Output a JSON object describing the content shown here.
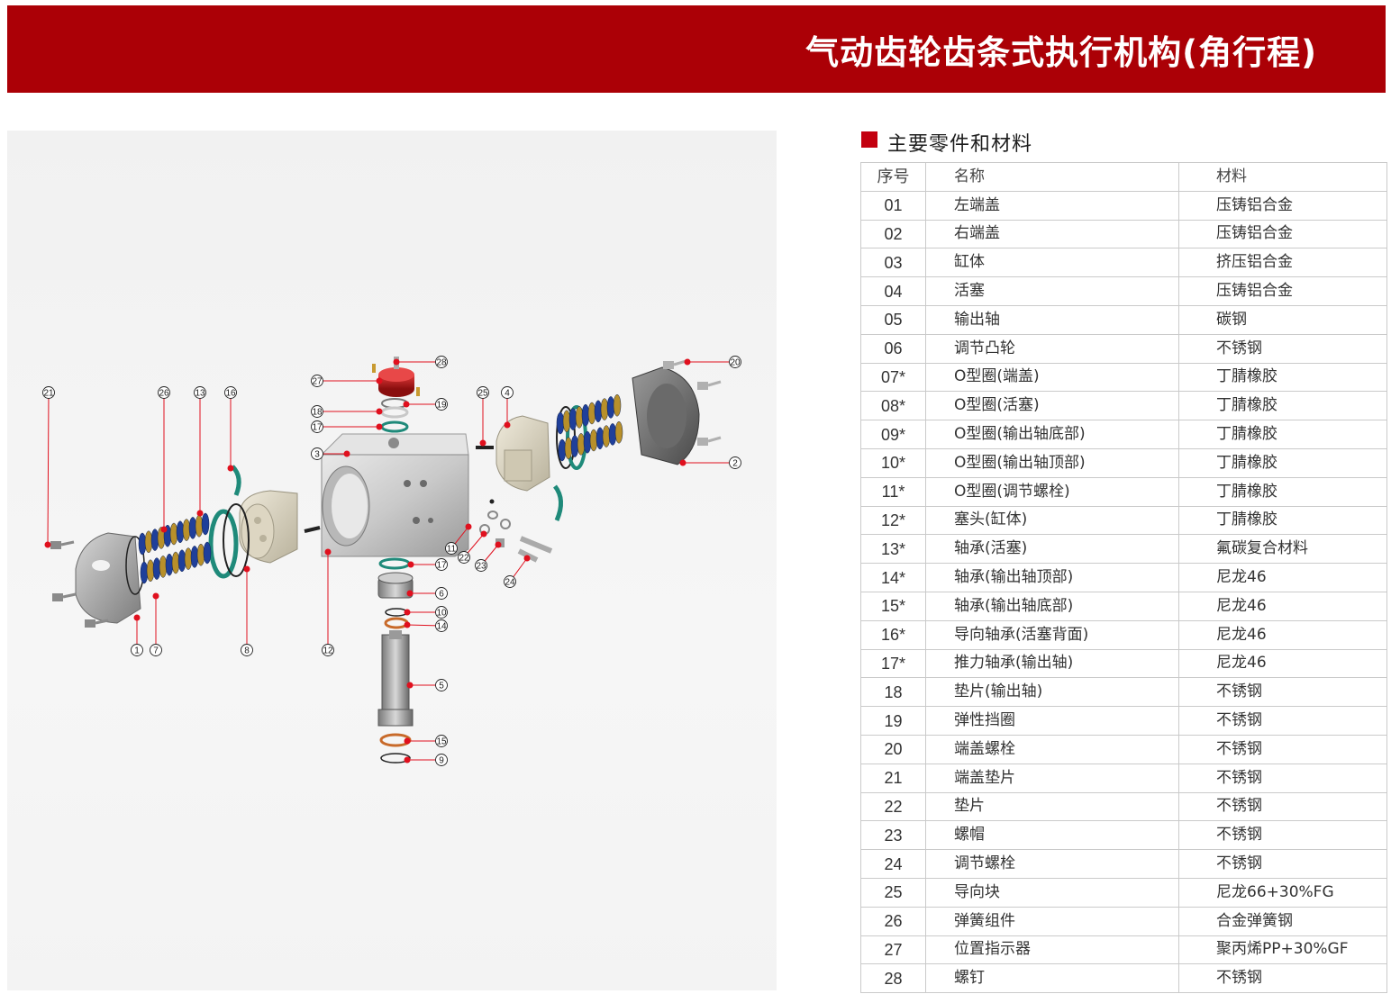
{
  "header": {
    "title": "气动齿轮齿条式执行机构(角行程)"
  },
  "section": {
    "title": "主要零件和材料"
  },
  "table": {
    "columns": [
      "序号",
      "名称",
      "材料"
    ],
    "rows": [
      [
        "01",
        "左端盖",
        "压铸铝合金"
      ],
      [
        "02",
        "右端盖",
        "压铸铝合金"
      ],
      [
        "03",
        "缸体",
        "挤压铝合金"
      ],
      [
        "04",
        "活塞",
        "压铸铝合金"
      ],
      [
        "05",
        "输出轴",
        "碳钢"
      ],
      [
        "06",
        "调节凸轮",
        "不锈钢"
      ],
      [
        "07*",
        "O型圈(端盖)",
        "丁腈橡胶"
      ],
      [
        "08*",
        "O型圈(活塞)",
        "丁腈橡胶"
      ],
      [
        "09*",
        "O型圈(输出轴底部)",
        "丁腈橡胶"
      ],
      [
        "10*",
        "O型圈(输出轴顶部)",
        "丁腈橡胶"
      ],
      [
        "11*",
        "O型圈(调节螺栓)",
        "丁腈橡胶"
      ],
      [
        "12*",
        "塞头(缸体)",
        "丁腈橡胶"
      ],
      [
        "13*",
        "轴承(活塞)",
        "氟碳复合材料"
      ],
      [
        "14*",
        "轴承(输出轴顶部)",
        "尼龙46"
      ],
      [
        "15*",
        "轴承(输出轴底部)",
        "尼龙46"
      ],
      [
        "16*",
        "导向轴承(活塞背面)",
        "尼龙46"
      ],
      [
        "17*",
        "推力轴承(输出轴)",
        "尼龙46"
      ],
      [
        "18",
        "垫片(输出轴)",
        "不锈钢"
      ],
      [
        "19",
        "弹性挡圈",
        "不锈钢"
      ],
      [
        "20",
        "端盖螺栓",
        "不锈钢"
      ],
      [
        "21",
        "端盖垫片",
        "不锈钢"
      ],
      [
        "22",
        "垫片",
        "不锈钢"
      ],
      [
        "23",
        "螺帽",
        "不锈钢"
      ],
      [
        "24",
        "调节螺栓",
        "不锈钢"
      ],
      [
        "25",
        "导向块",
        "尼龙66+30%FG"
      ],
      [
        "26",
        "弹簧组件",
        "合金弹簧钢"
      ],
      [
        "27",
        "位置指示器",
        "聚丙烯PP+30%GF"
      ],
      [
        "28",
        "螺钉",
        "不锈钢"
      ]
    ]
  },
  "diagram": {
    "callouts": [
      "21",
      "26",
      "13",
      "16",
      "27",
      "28",
      "19",
      "18",
      "17",
      "3",
      "25",
      "4",
      "20",
      "2",
      "11",
      "22",
      "23",
      "24",
      "17",
      "6",
      "10",
      "14",
      "5",
      "15",
      "9",
      "12",
      "8",
      "1",
      "7"
    ]
  },
  "colors": {
    "brand": "#ab0006",
    "marker": "#e0101e",
    "spring_blue": "#1f3f9a",
    "spring_gold": "#b8902a",
    "o_ring": "#1f8a7a"
  }
}
